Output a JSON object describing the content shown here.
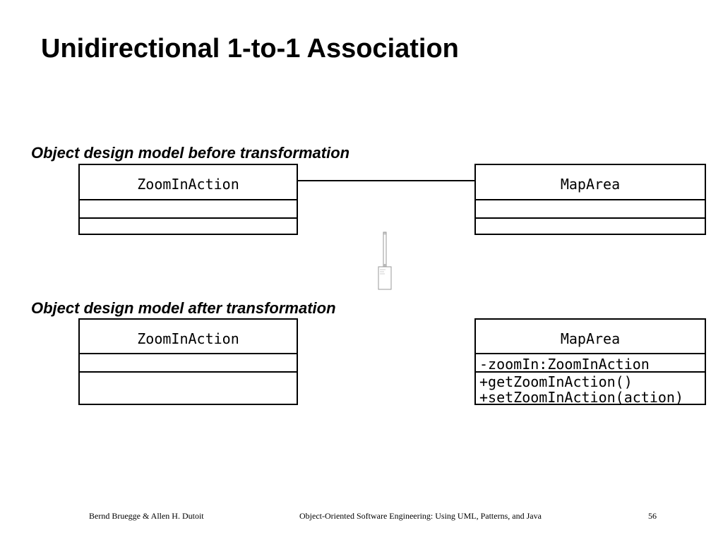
{
  "slide": {
    "title": "Unidirectional 1-to-1 Association"
  },
  "before": {
    "label": "Object design model before transformation",
    "left_class": {
      "name": "ZoomInAction"
    },
    "right_class": {
      "name": "MapArea"
    }
  },
  "after": {
    "label": "Object design model after transformation",
    "left_class": {
      "name": "ZoomInAction"
    },
    "right_class": {
      "name": "MapArea",
      "attribute": "-zoomIn:ZoomInAction",
      "operations": [
        "+getZoomInAction()",
        "+setZoomInAction(action)"
      ]
    }
  },
  "footer": {
    "authors": "Bernd Bruegge & Allen H. Dutoit",
    "book": "Object-Oriented Software Engineering: Using UML, Patterns, and Java",
    "page": "56"
  }
}
